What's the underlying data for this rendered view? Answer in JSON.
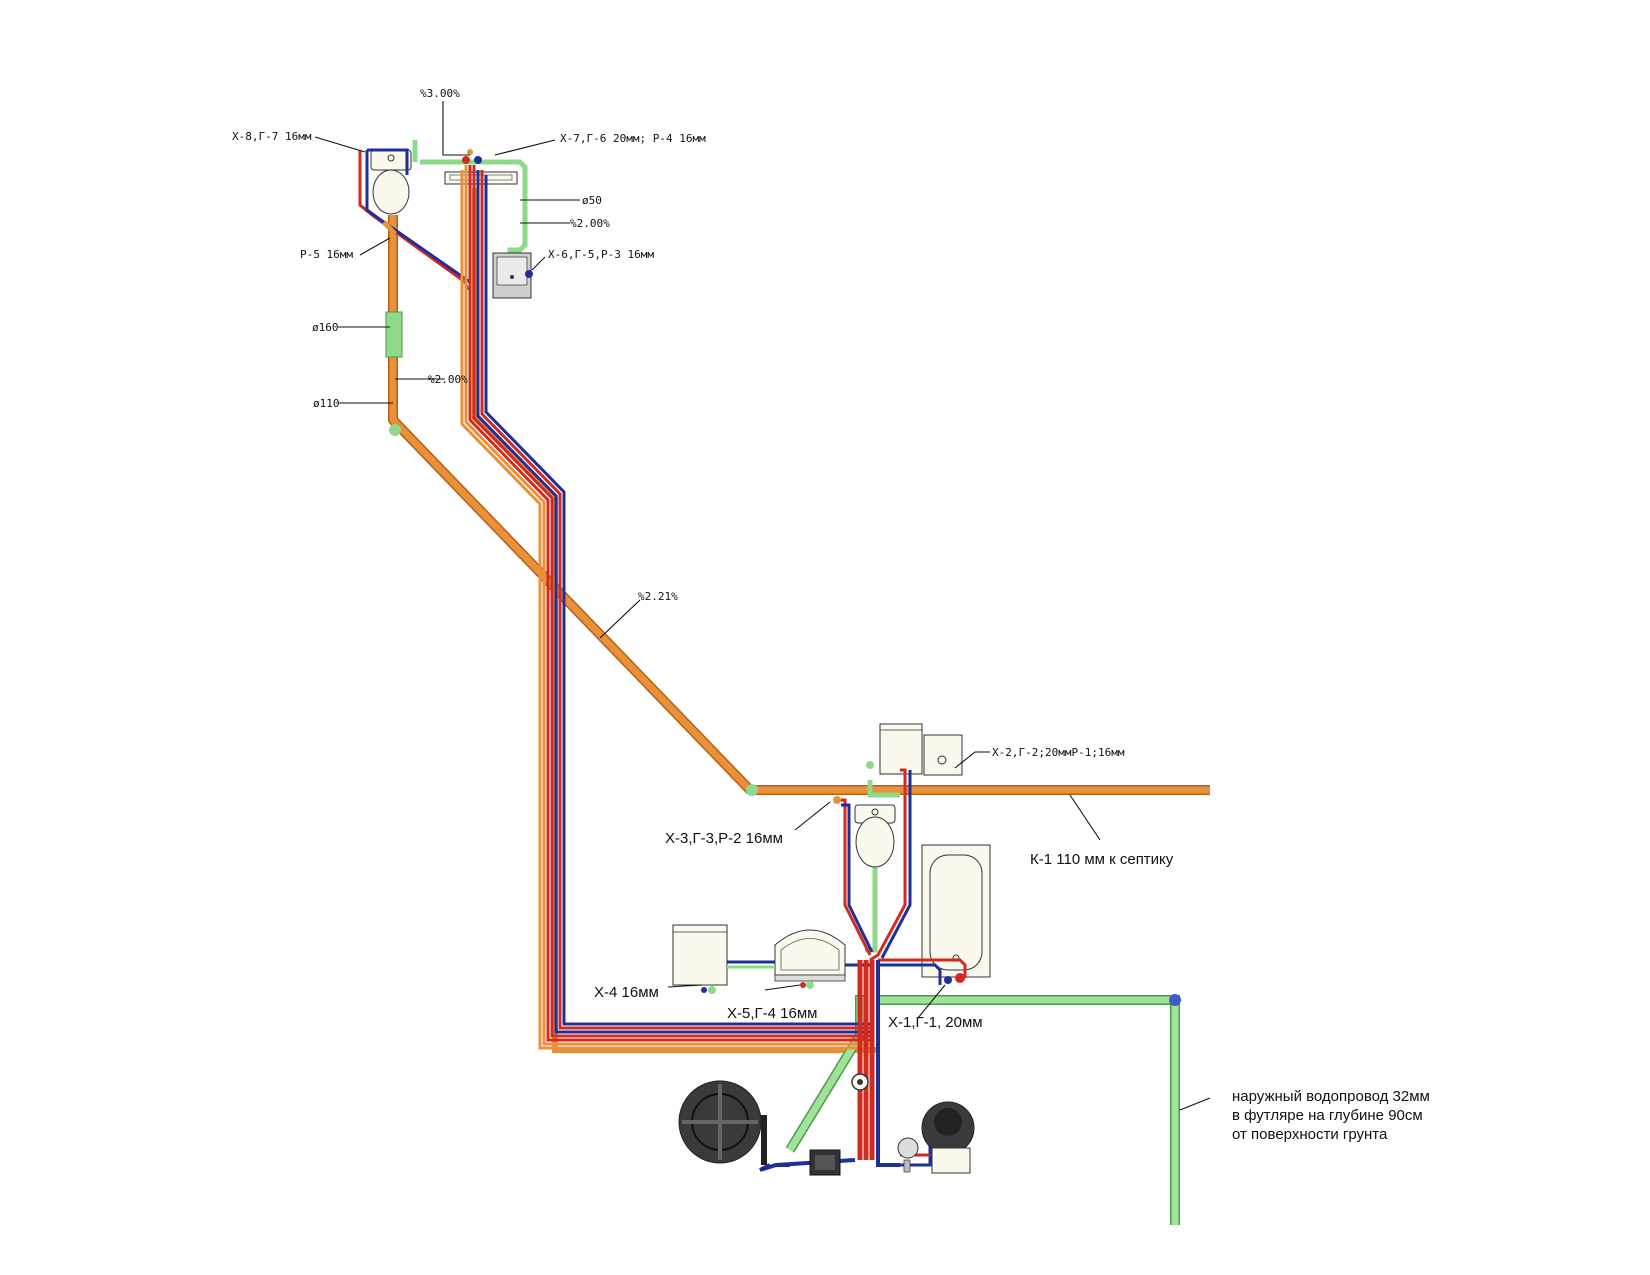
{
  "diagram": {
    "top_labels": {
      "slope_top": "%3.00%",
      "x8_g7": "Х-8,Г-7 16мм",
      "x7_g6_r4": "Х-7,Г-6 20мм; Р-4 16мм",
      "d50": "ø50",
      "slope_200_a": "%2.00%",
      "x6_g5_r3": "Х-6,Г-5,Р-3 16мм",
      "r5": "Р-5 16мм",
      "d160": "ø160",
      "slope_200_b": "%2.00%",
      "d110": "ø110",
      "slope_221": "%2.21%",
      "x2_g2_r1": "Х-2,Г-2;20ммР-1;16мм"
    },
    "bottom_labels": {
      "x3_g3_r2": "Х-3,Г-3,Р-2 16мм",
      "k1": "К-1 110 мм к септику",
      "x4": "Х-4 16мм",
      "x5_g4": "Х-5,Г-4 16мм",
      "x1_g1": "Х-1,Г-1, 20мм",
      "external_line1": "наружный водопровод 32мм",
      "external_line2": "в футляре на глубине 90см",
      "external_line3": "от поверхности грунта"
    },
    "colors": {
      "sewer": "#e8913a",
      "cold": "#1f2f9a",
      "hot": "#d32a1f",
      "green": "#8fd98a",
      "fixture": "#fbf8ee"
    }
  }
}
